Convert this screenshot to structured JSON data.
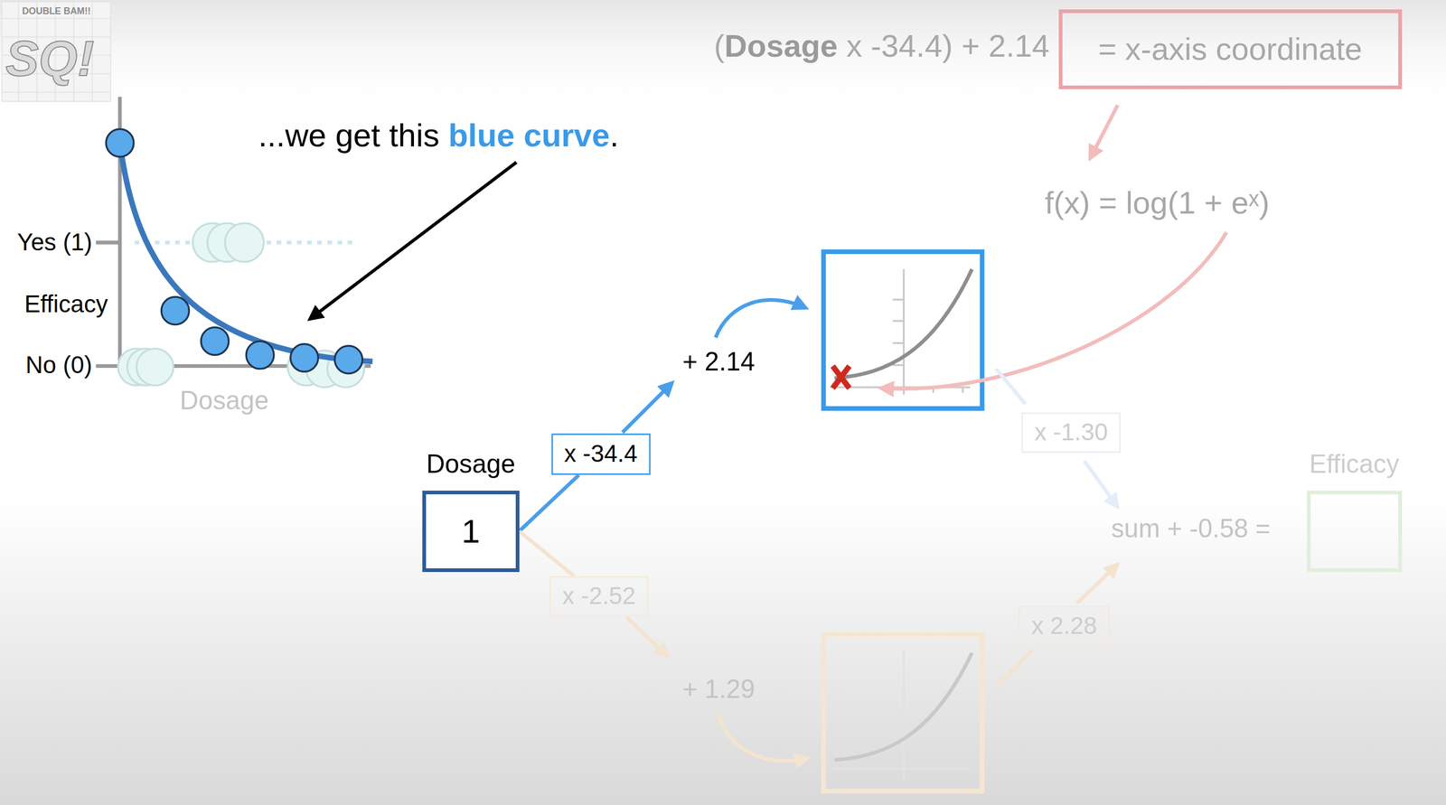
{
  "diagram": {
    "nodes": [
      {
        "text": [
          "= x-axis coordinate"
        ]
      },
      {
        "text": [
          "Dosage",
          "1"
        ]
      },
      {
        "text": [
          "x -34.4"
        ]
      },
      {
        "text": [
          "x -1.30"
        ]
      },
      {
        "text": [
          "Efficacy"
        ]
      },
      {
        "text": [
          "x -2.52"
        ]
      },
      {
        "text": [
          "x 2.28"
        ]
      }
    ],
    "edges": [
      {
        "from": 1,
        "to": 2,
        "arrow": "none"
      },
      {
        "from": 1,
        "to": 5,
        "arrow": "none"
      }
    ],
    "labels": [
      "(Dosage x -34.4) + 2.14",
      "f(x) = log(1 + eˣ)",
      "...we get this blue curve.",
      "Yes (1)",
      "Efficacy",
      "No (0)",
      "Dosage",
      "+ 2.14",
      "sum + -0.58 =",
      "+ 1.29",
      "DOUBLE BAM!!",
      "SQ!"
    ]
  }
}
